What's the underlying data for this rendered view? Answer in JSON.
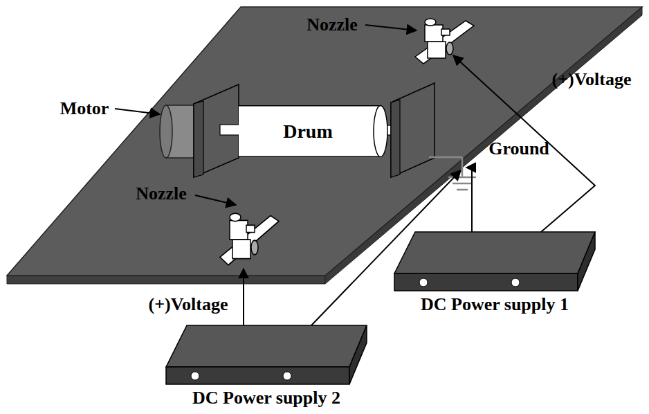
{
  "diagram": {
    "nodes": [
      {
        "text": [
          "Drum"
        ]
      },
      {
        "text": [
          "DC Power supply 1"
        ]
      },
      {
        "text": [
          "DC Power supply 2"
        ]
      }
    ],
    "labels": [
      "Nozzle",
      "Motor",
      "Nozzle",
      "(+)Voltage",
      "Ground",
      "(+)Voltage"
    ]
  }
}
